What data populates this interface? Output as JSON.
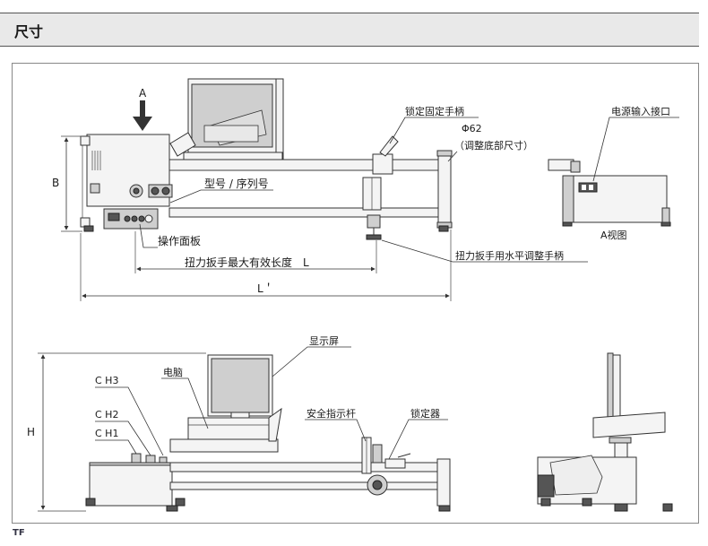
{
  "header": {
    "title": "尺寸"
  },
  "footer": {
    "tag": "TF"
  },
  "top_view": {
    "arrow_label": "A",
    "dim_b": "B",
    "dim_l": "扭力扳手最大有效长度　L",
    "dim_l_prime": "L＇",
    "callouts": {
      "lock_handle": "锁定固定手柄",
      "phi": "Φ62",
      "phi_note": "（调整底部尺寸）",
      "model_serial": "型号 / 序列号",
      "panel": "操作面板",
      "level_handle": "扭力扳手用水平调整手柄"
    }
  },
  "a_view": {
    "power_port": "电源输入接口",
    "caption": "A视图"
  },
  "front_view": {
    "dim_h": "H",
    "display": "显示屏",
    "computer": "电脑",
    "safety_lever": "安全指示杆",
    "locker": "锁定器",
    "ch3": "C H3",
    "ch2": "C H2",
    "ch1": "C H1"
  }
}
